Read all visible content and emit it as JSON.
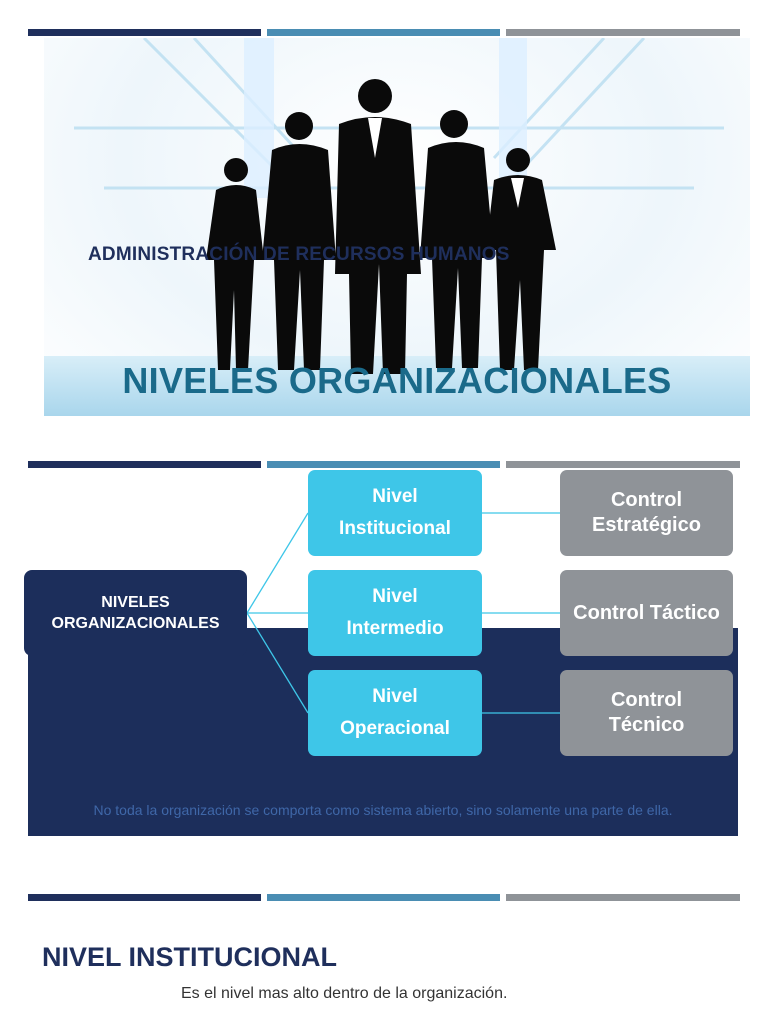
{
  "slide1": {
    "subtitle": "ADMINISTRACIÓN DE RECURSOS HUMANOS",
    "title": "NIVELES ORGANIZACIONALES"
  },
  "slide2": {
    "root": "NIVELES\nORGANIZACIONALES",
    "levels": [
      {
        "label": "Nivel\nInstitucional",
        "control": "Control\nEstratégico"
      },
      {
        "label": "Nivel\nIntermedio",
        "control": "Control Táctico"
      },
      {
        "label": "Nivel\nOperacional",
        "control": "Control\nTécnico"
      }
    ],
    "note": "No toda la organización se comporta como sistema abierto, sino solamente una parte de ella."
  },
  "slide3": {
    "heading": "NIVEL INSTITUCIONAL",
    "body": "Es el nivel mas alto dentro de la organización."
  },
  "colors": {
    "navy": "#1c2e5b",
    "cyan": "#3ec6e8",
    "gray": "#8f9398",
    "steel": "#4a8db3"
  }
}
